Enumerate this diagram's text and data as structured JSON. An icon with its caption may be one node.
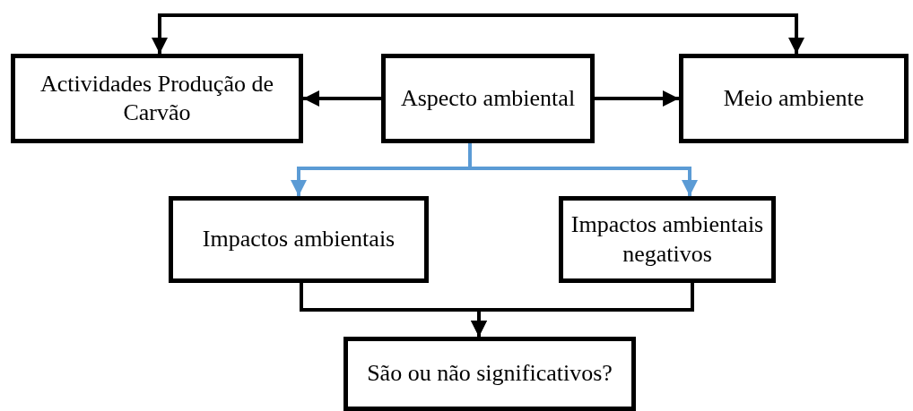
{
  "diagram": {
    "nodes": [
      {
        "text": [
          "Actividades Produção de Carvão"
        ]
      },
      {
        "text": [
          "Aspecto ambiental"
        ]
      },
      {
        "text": [
          "Meio ambiente"
        ]
      },
      {
        "text": [
          "Impactos ambientais"
        ]
      },
      {
        "text": [
          "Impactos ambientais negativos"
        ]
      },
      {
        "text": [
          "São ou não significativos?"
        ]
      }
    ],
    "edges": [
      {
        "from": 0,
        "to": 2,
        "arrow": "both"
      },
      {
        "from": 1,
        "to": 0,
        "arrow": "to"
      },
      {
        "from": 1,
        "to": 2,
        "arrow": "to"
      },
      {
        "from": 1,
        "to": 3,
        "arrow": "to",
        "color": "#5b9bd5"
      },
      {
        "from": 1,
        "to": 4,
        "arrow": "to",
        "color": "#5b9bd5"
      },
      {
        "from": 3,
        "to": 5,
        "arrow": "to"
      },
      {
        "from": 4,
        "to": 5,
        "arrow": "to"
      }
    ]
  }
}
